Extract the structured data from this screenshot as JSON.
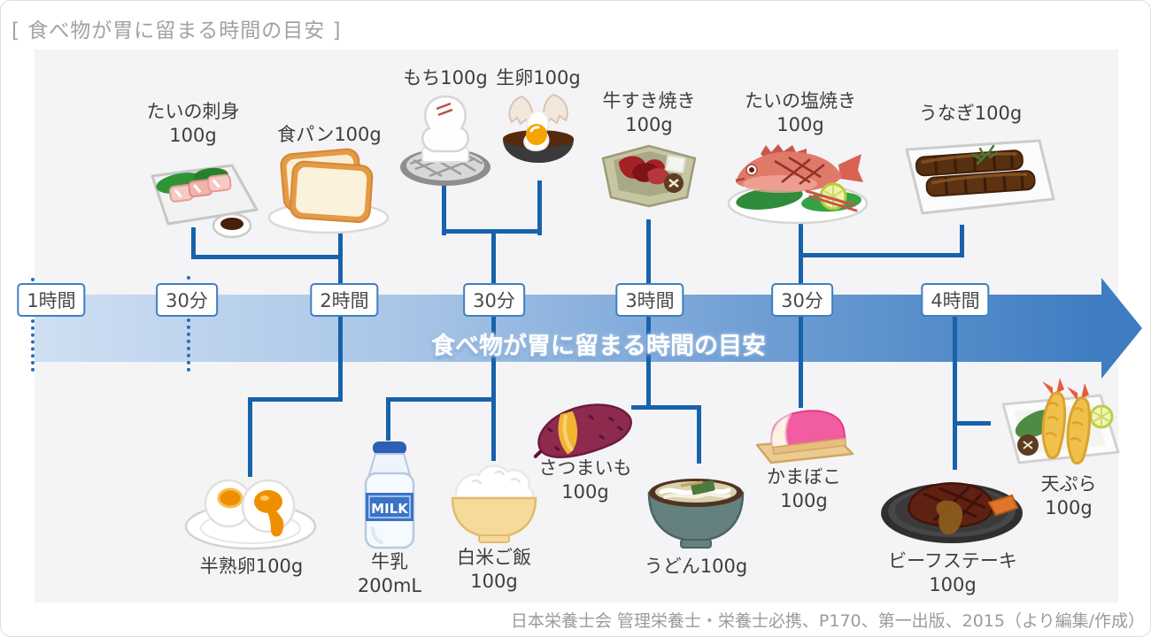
{
  "header": {
    "title": "[ 食べ物が胃に留まる時間の目安 ]"
  },
  "timeline": {
    "banner_text": "食べ物が胃に留まる時間の目安",
    "markers": [
      {
        "label": "1時間"
      },
      {
        "label": "30分"
      },
      {
        "label": "2時間"
      },
      {
        "label": "30分"
      },
      {
        "label": "3時間"
      },
      {
        "label": "30分"
      },
      {
        "label": "4時間"
      }
    ]
  },
  "foods_top": [
    {
      "name": "tai-sashimi",
      "label": "たいの刺身\n100g"
    },
    {
      "name": "shokupan",
      "label": "食パン100g"
    },
    {
      "name": "mochi",
      "label": "もち100g"
    },
    {
      "name": "raw-egg",
      "label": "生卵100g"
    },
    {
      "name": "beef-sukiyaki",
      "label": "牛すき焼き\n100g"
    },
    {
      "name": "tai-shioyaki",
      "label": "たいの塩焼き\n100g"
    },
    {
      "name": "unagi",
      "label": "うなぎ100g"
    }
  ],
  "foods_bottom": [
    {
      "name": "soft-boiled-egg",
      "label": "半熟卵100g"
    },
    {
      "name": "milk",
      "label": "牛乳\n200mL",
      "icon_text": "MILK"
    },
    {
      "name": "white-rice",
      "label": "白米ご飯\n100g"
    },
    {
      "name": "sweet-potato",
      "label": "さつまいも\n100g"
    },
    {
      "name": "udon",
      "label": "うどん100g"
    },
    {
      "name": "kamaboko",
      "label": "かまぼこ\n100g"
    },
    {
      "name": "beef-steak",
      "label": "ビーフステーキ\n100g"
    },
    {
      "name": "tempura",
      "label": "天ぷら\n100g"
    }
  ],
  "footer": {
    "source": "日本栄養士会 管理栄養士・栄養士必携、P170、第一出版、2015（より編集/作成）"
  },
  "colors": {
    "connector_blue": "#1862ab",
    "band_start": "#cfdff2",
    "band_end": "#3e7dc1",
    "marker_border": "#3f7fc1",
    "panel_bg": "#f4f4f6"
  }
}
